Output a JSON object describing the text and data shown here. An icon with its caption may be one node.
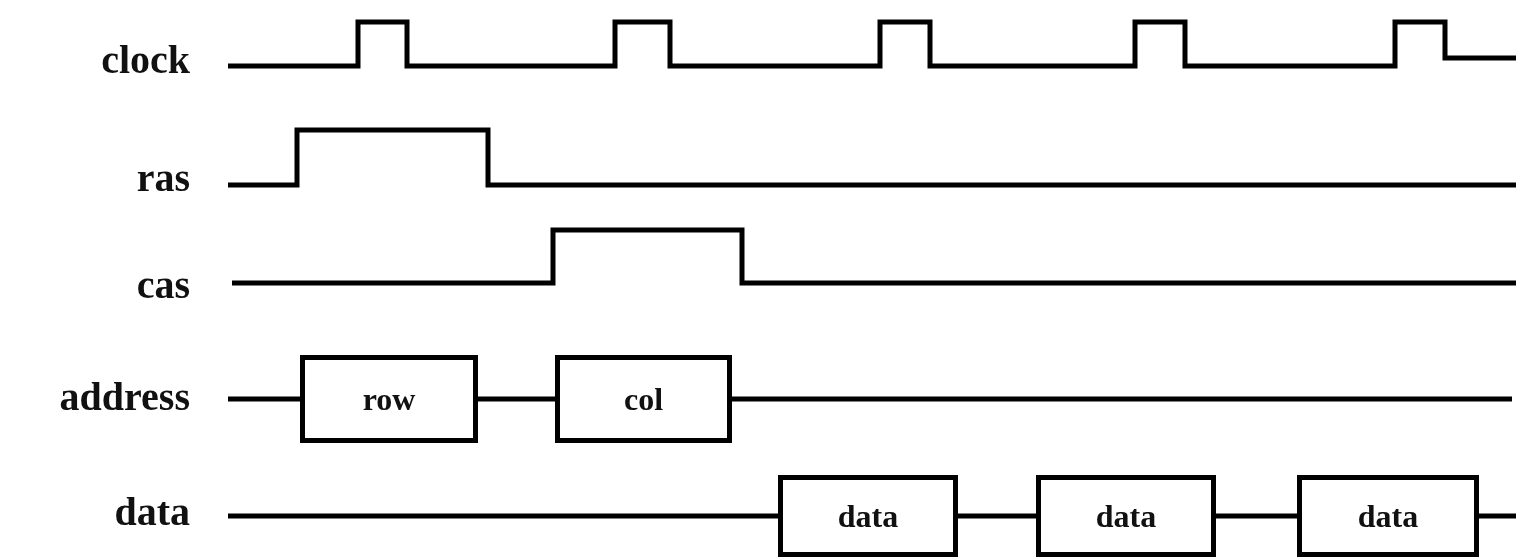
{
  "diagram": {
    "nodes": [
      {
        "text": [
          "row"
        ]
      },
      {
        "text": [
          "col"
        ]
      },
      {
        "text": [
          "data"
        ]
      },
      {
        "text": [
          "data"
        ]
      },
      {
        "text": [
          "data"
        ]
      }
    ],
    "edges": [
      {
        "from": null,
        "to": 0,
        "arrow": "none"
      },
      {
        "from": 0,
        "to": 1,
        "arrow": "none"
      },
      {
        "from": 1,
        "to": null,
        "arrow": "none"
      },
      {
        "from": null,
        "to": 2,
        "arrow": "none"
      },
      {
        "from": 2,
        "to": 3,
        "arrow": "none"
      },
      {
        "from": 3,
        "to": 4,
        "arrow": "none"
      },
      {
        "from": 4,
        "to": null,
        "arrow": "none"
      }
    ],
    "labels": [
      "clock",
      "ras",
      "cas",
      "address",
      "data"
    ]
  }
}
